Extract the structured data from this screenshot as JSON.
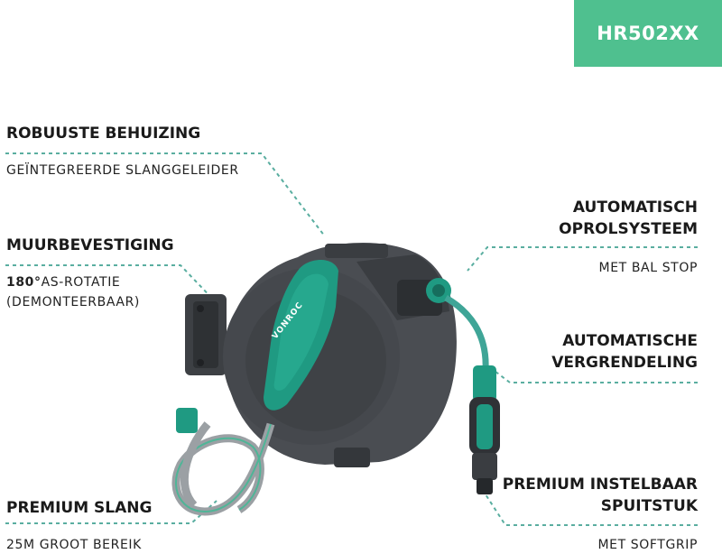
{
  "product": {
    "model": "HR502XX",
    "brand": "VONROC"
  },
  "features": {
    "housing": {
      "title": "ROBUUSTE BEHUIZING",
      "detail": "GEÏNTEGREERDE SLANGGELEIDER"
    },
    "mount": {
      "title": "MUURBEVESTIGING",
      "detail_bold": "180°",
      "detail_rest": "AS-ROTATIE",
      "detail_line2": "(DEMONTEERBAAR)"
    },
    "hose": {
      "title": "PREMIUM SLANG",
      "detail": "25M GROOT BEREIK"
    },
    "rewind": {
      "title_line1": "AUTOMATISCH",
      "title_line2": "OPROLSYSTEEM",
      "detail": "MET BAL STOP"
    },
    "lock": {
      "title_line1": "AUTOMATISCHE",
      "title_line2": "VERGRENDELING"
    },
    "nozzle": {
      "title_line1": "PREMIUM INSTELBAAR",
      "title_line2": "SPUITSTUK",
      "detail": "MET SOFTGRIP"
    }
  },
  "colors": {
    "accent": "#4fc08f",
    "teal": "#1f9a82",
    "housing": "#4a4d52",
    "housing_dark": "#34373b",
    "leader": "#5aaea0"
  }
}
